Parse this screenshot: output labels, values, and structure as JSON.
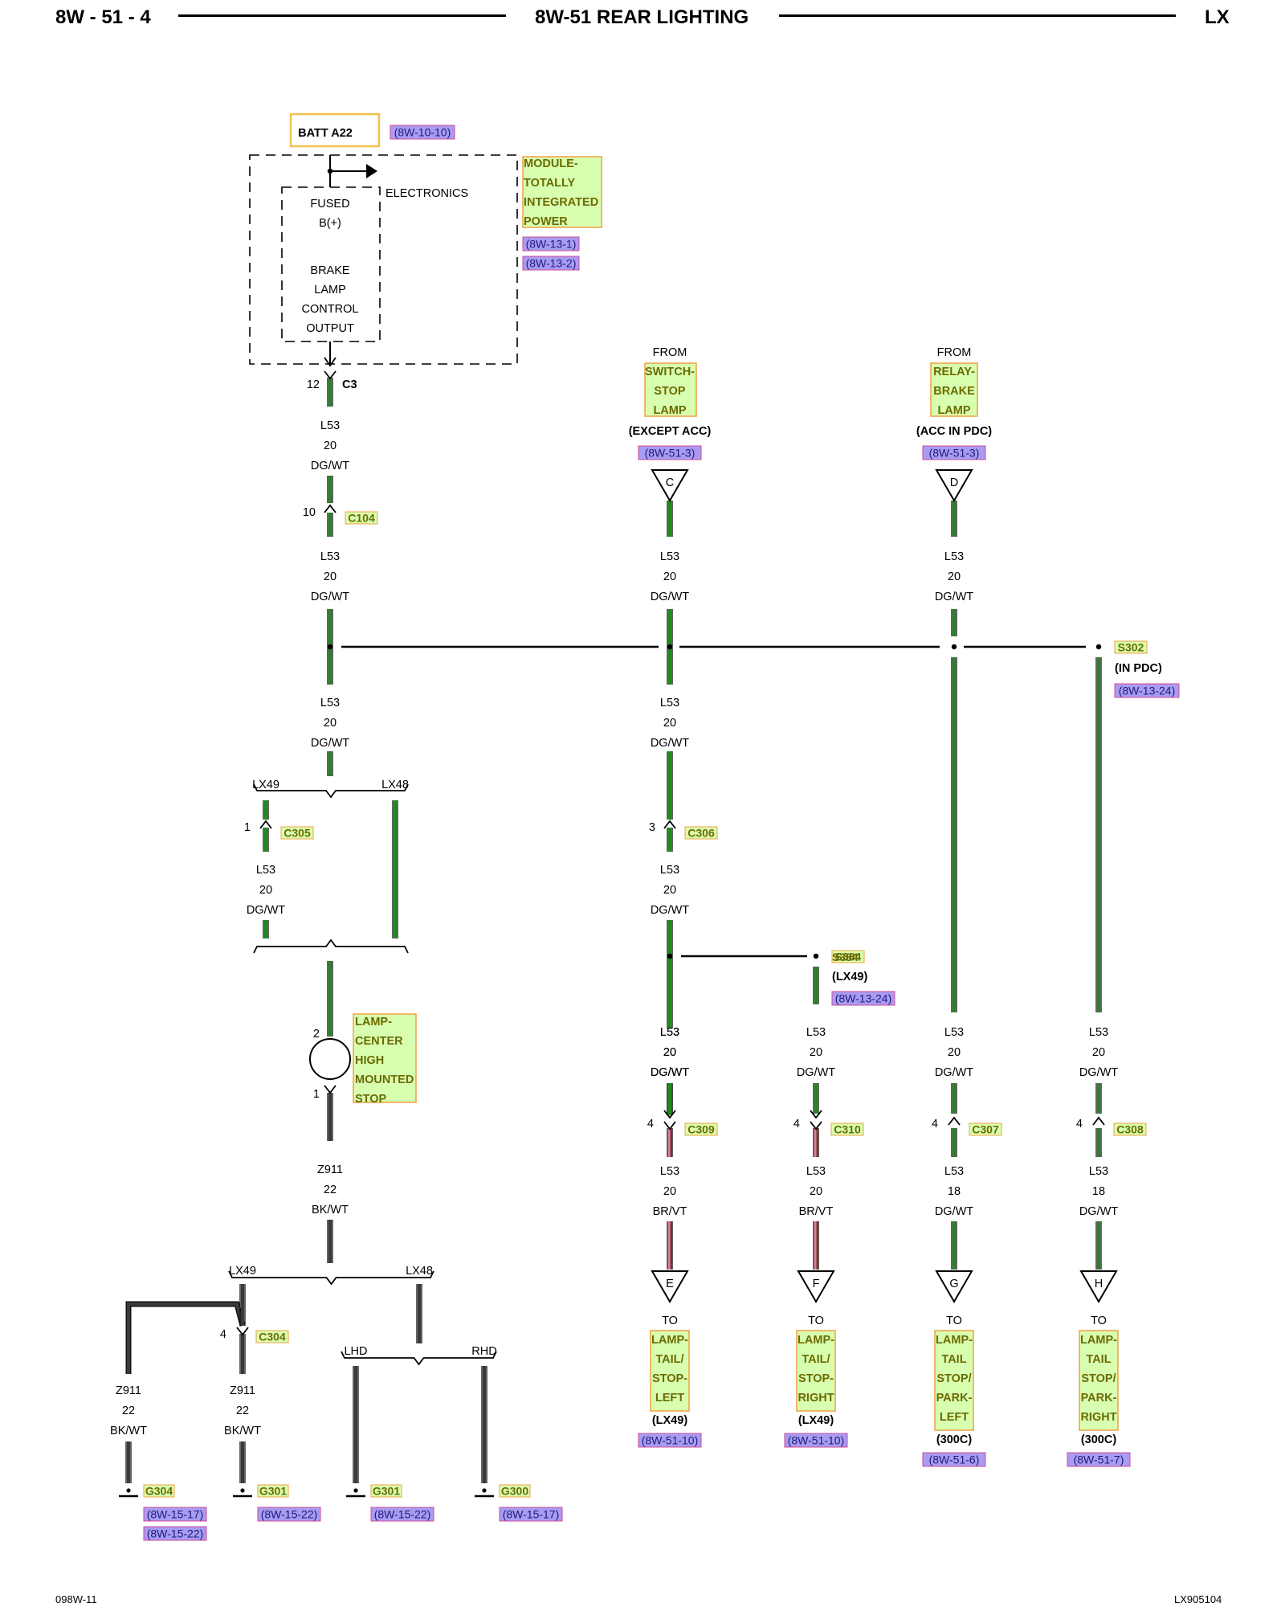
{
  "header": {
    "left": "8W - 51 - 4",
    "title": "8W-51 REAR LIGHTING",
    "right": "LX"
  },
  "footer": {
    "left": "098W-11",
    "right": "LX905104"
  },
  "colors": {
    "wire_green": "#1f8a1f",
    "wire_black": "#3a3a3a",
    "wire_brown": "#8b3a3a",
    "wire_pink": "#e07aa8",
    "component_fill": "#d8ffb0",
    "component_border": "#f0a040",
    "ref_fill": "#a99cf0",
    "ref_border": "#d04a9a",
    "batt_border": "#f2c24a"
  },
  "power": {
    "batt_label": "BATT A22",
    "batt_ref": "(8W-10-10)",
    "module_lines": [
      "MODULE-",
      "TOTALLY",
      "INTEGRATED",
      "POWER"
    ],
    "module_refs": [
      "(8W-13-1)",
      "(8W-13-2)"
    ],
    "electronics": "ELECTRONICS",
    "fused_lines": [
      "FUSED",
      "B(+)"
    ],
    "output_lines": [
      "BRAKE",
      "LAMP",
      "CONTROL",
      "OUTPUT"
    ]
  },
  "wires": {
    "l53": "L53",
    "z911": "Z911",
    "g20": "20",
    "g18": "18",
    "g22": "22",
    "dgwt": "DG/WT",
    "brvt": "BR/VT",
    "bkwt": "BK/WT"
  },
  "connectors": {
    "c3": "C3",
    "c3_pin": "12",
    "c104": "C104",
    "c104_pin": "10",
    "c305": "C305",
    "c305_pin": "1",
    "c306": "C306",
    "c306_pin": "3",
    "c309": "C309",
    "c309_pin": "4",
    "c310": "C310",
    "c310_pin": "4",
    "c307": "C307",
    "c307_pin": "4",
    "c308": "C308",
    "c308_pin": "4",
    "c304": "C304",
    "c304_pin": "4"
  },
  "sources": {
    "switch": {
      "from": "FROM",
      "lines": [
        "SWITCH-",
        "STOP",
        "LAMP"
      ],
      "note": "(EXCEPT ACC)",
      "ref": "(8W-51-3)",
      "letter": "C"
    },
    "relay": {
      "from": "FROM",
      "lines": [
        "RELAY-",
        "BRAKE",
        "LAMP"
      ],
      "note": "(ACC IN PDC)",
      "ref": "(8W-51-3)",
      "letter": "D"
    }
  },
  "splices": {
    "s302": "S302",
    "s302_note": "(IN PDC)",
    "s302_ref": "(8W-13-24)",
    "s384": "S384",
    "s384_note": "(LX49)",
    "s384_ref": "(8W-13-24)"
  },
  "branches": {
    "lx49": "LX49",
    "lx48": "LX48",
    "lhd": "LHD",
    "rhd": "RHD"
  },
  "chmsl": {
    "lines": [
      "LAMP-",
      "CENTER",
      "HIGH",
      "MOUNTED",
      "STOP"
    ],
    "pin_top": "2",
    "pin_bottom": "1"
  },
  "destinations": [
    {
      "letter": "E",
      "to": "TO",
      "lines": [
        "LAMP-",
        "TAIL/",
        "STOP-",
        "LEFT"
      ],
      "note": "(LX49)",
      "ref": "(8W-51-10)"
    },
    {
      "letter": "F",
      "to": "TO",
      "lines": [
        "LAMP-",
        "TAIL/",
        "STOP-",
        "RIGHT"
      ],
      "note": "(LX49)",
      "ref": "(8W-51-10)"
    },
    {
      "letter": "G",
      "to": "TO",
      "lines": [
        "LAMP-",
        "TAIL",
        "STOP/",
        "PARK-",
        "LEFT"
      ],
      "note": "(300C)",
      "ref": "(8W-51-6)"
    },
    {
      "letter": "H",
      "to": "TO",
      "lines": [
        "LAMP-",
        "TAIL",
        "STOP/",
        "PARK-",
        "RIGHT"
      ],
      "note": "(300C)",
      "ref": "(8W-51-7)"
    }
  ],
  "grounds": [
    {
      "id": "G304",
      "refs": [
        "(8W-15-17)",
        "(8W-15-22)"
      ]
    },
    {
      "id": "G301",
      "refs": [
        "(8W-15-22)"
      ]
    },
    {
      "id": "G301",
      "refs": [
        "(8W-15-22)"
      ]
    },
    {
      "id": "G300",
      "refs": [
        "(8W-15-17)"
      ]
    }
  ]
}
